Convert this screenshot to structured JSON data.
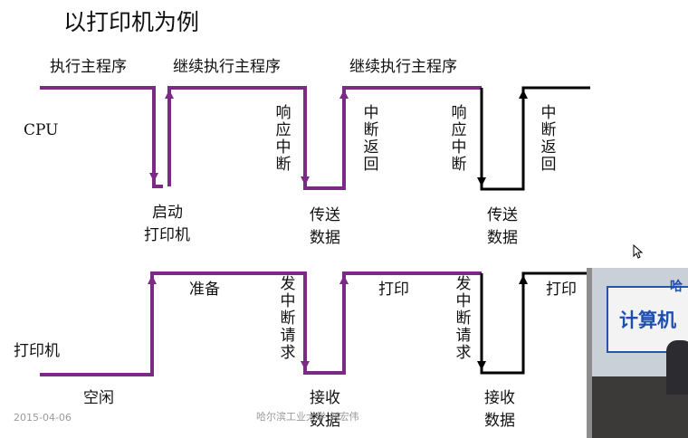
{
  "slide": {
    "title": "以打印机为例",
    "footer_date": "2015-04-06",
    "footer_center": "哈尔滨工业大学 刘宏伟"
  },
  "cpu_row": {
    "row_label": "CPU",
    "exec_main": "执行主程序",
    "continue_1": "继续执行主程序",
    "continue_2": "继续执行主程序",
    "start_printer_1": "启动",
    "start_printer_2": "打印机",
    "respond_1": "响应中断",
    "return_1": "中断返回",
    "respond_2": "响应中断",
    "return_2": "中断返回",
    "transfer_1a": "传送",
    "transfer_1b": "数据",
    "transfer_2a": "传送",
    "transfer_2b": "数据"
  },
  "printer_row": {
    "row_label": "打印机",
    "idle": "空闲",
    "prepare": "准备",
    "request_1": "发中断请求",
    "print_1": "打印",
    "request_2": "发中断请求",
    "print_2": "打印",
    "receive_1a": "接收",
    "receive_1b": "数据",
    "receive_2a": "接收",
    "receive_2b": "数据"
  },
  "camera": {
    "banner_text": "计算机",
    "banner_top": "哈"
  },
  "colors": {
    "waveform": "#7b2a86",
    "waveform_dark": "#000000",
    "text": "#111111"
  }
}
